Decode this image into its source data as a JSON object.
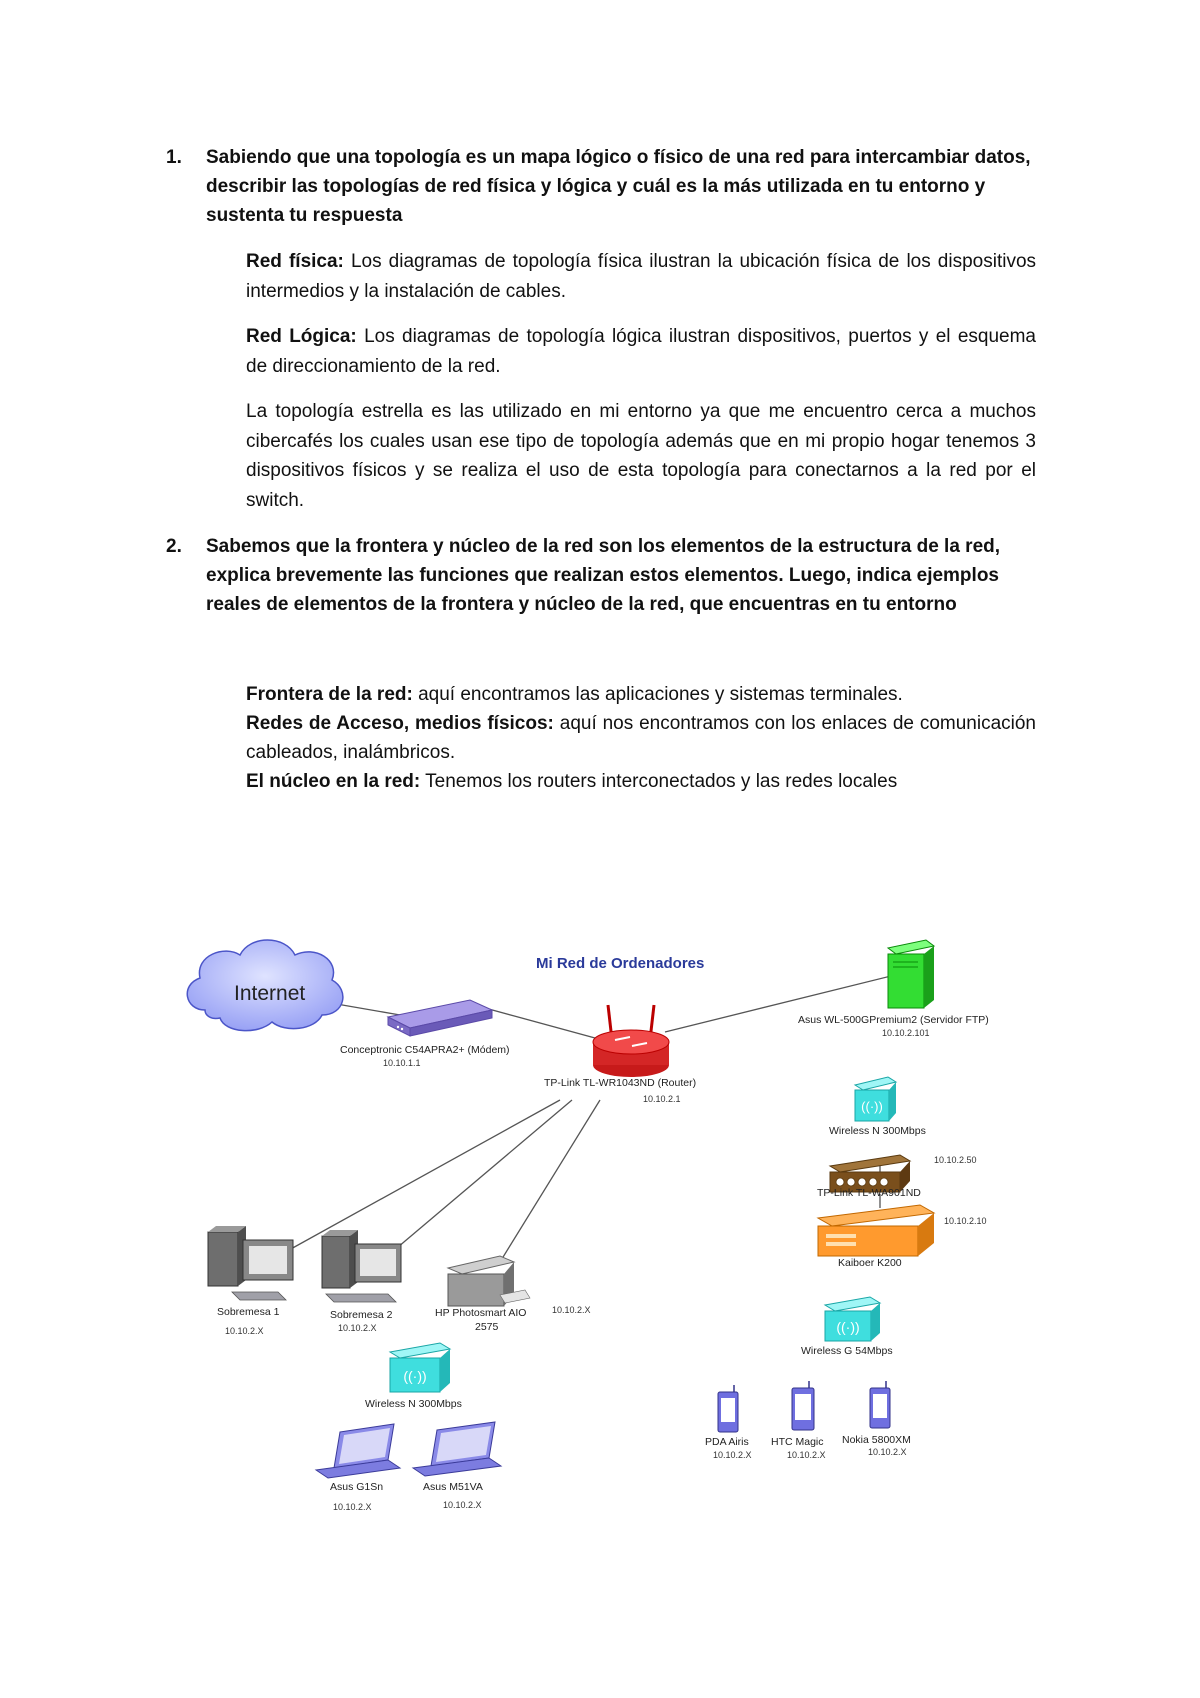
{
  "q1": {
    "number": "1.",
    "question": "Sabiendo que una topología es un mapa lógico o físico de una red para intercambiar datos, describir las topologías de red física y lógica y cuál es la más utilizada en tu entorno y sustenta tu respuesta",
    "fisica_label": "Red física:",
    "fisica_text": " Los diagramas de topología física ilustran la ubicación física de los dispositivos intermedios y la instalación de cables.",
    "logica_label": "Red Lógica:",
    "logica_text": " Los diagramas de topología lógica ilustran dispositivos, puertos y el esquema de direccionamiento de la red.",
    "estrella_text": "La topología estrella es las utilizado en mi entorno ya que me encuentro cerca a muchos cibercafés los cuales usan ese tipo de topología además que en mi propio hogar tenemos 3 dispositivos físicos y se realiza el uso de esta topología para conectarnos a la red por el switch."
  },
  "q2": {
    "number": "2.",
    "question": "Sabemos que la frontera y núcleo de la red son los elementos de la estructura de la red, explica brevemente las funciones que realizan estos elementos. Luego, indica ejemplos reales de elementos de la frontera y núcleo de la red, que encuentras en tu entorno",
    "frontera_label": "Frontera de la red:",
    "frontera_text": " aquí encontramos las aplicaciones y sistemas terminales.",
    "acceso_label": "Redes de Acceso, medios físicos:",
    "acceso_text": " aquí nos encontramos con los enlaces de comunicación cableados, inalámbricos.",
    "nucleo_label": "El núcleo en la red:",
    "nucleo_text": " Tenemos los routers interconectados y las redes locales"
  },
  "diagram": {
    "title": "Mi Red de Ordenadores",
    "internet": "Internet",
    "modem": {
      "label": "Conceptronic C54APRA2+ (Módem)",
      "ip": "10.10.1.1"
    },
    "router": {
      "label": "TP-Link TL-WR1043ND (Router)",
      "ip": "10.10.2.1"
    },
    "server": {
      "label": "Asus WL-500GPremium2 (Servidor FTP)",
      "ip": "10.10.2.101"
    },
    "wireless_n_right": "Wireless N 300Mbps",
    "wa901": {
      "label": "TP-Link TL-WA901ND",
      "ip": "10.10.2.50"
    },
    "kaiboer": {
      "label": "Kaiboer K200",
      "ip": "10.10.2.10"
    },
    "wireless_g": "Wireless G 54Mbps",
    "desktop1": {
      "label": "Sobremesa 1",
      "ip": "10.10.2.X"
    },
    "desktop2": {
      "label": "Sobremesa 2",
      "ip": "10.10.2.X"
    },
    "printer": {
      "label1": "HP Photosmart AIO",
      "label2": "2575",
      "ip": "10.10.2.X"
    },
    "wireless_n_left": "Wireless N 300Mbps",
    "laptop1": {
      "label": "Asus G1Sn",
      "ip": "10.10.2.X"
    },
    "laptop2": {
      "label": "Asus M51VA",
      "ip": "10.10.2.X"
    },
    "phone1": {
      "label": "PDA Airis",
      "ip": "10.10.2.X"
    },
    "phone2": {
      "label": "HTC Magic",
      "ip": "10.10.2.X"
    },
    "phone3": {
      "label": "Nokia 5800XM",
      "ip": "10.10.2.X"
    }
  }
}
